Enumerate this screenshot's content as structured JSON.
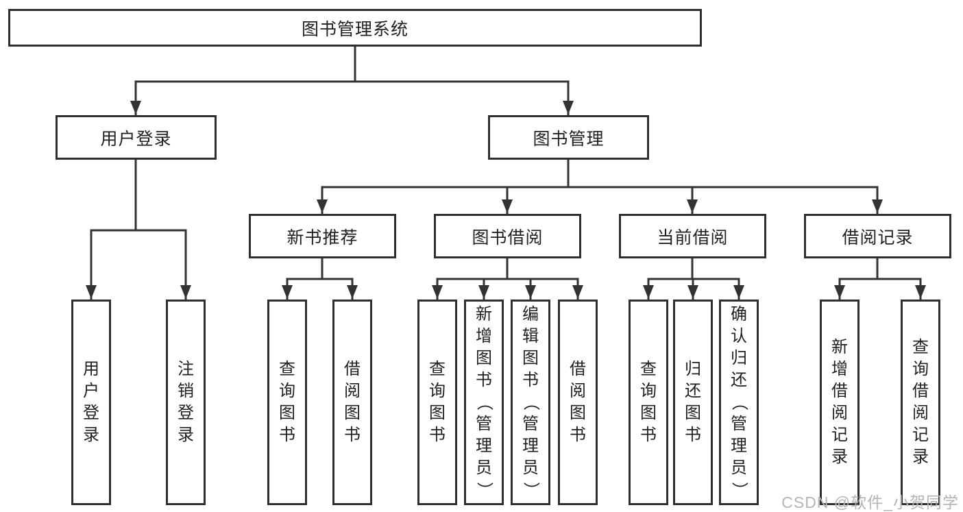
{
  "diagram": {
    "title": "图书管理系统",
    "branches": [
      {
        "label": "用户登录",
        "children": [
          {
            "label": "用户登录"
          },
          {
            "label": "注销登录"
          }
        ]
      },
      {
        "label": "图书管理",
        "children": [
          {
            "label": "新书推荐",
            "children": [
              {
                "label": "查询图书"
              },
              {
                "label": "借阅图书"
              }
            ]
          },
          {
            "label": "图书借阅",
            "children": [
              {
                "label": "查询图书"
              },
              {
                "label": "新增图书（管理员）"
              },
              {
                "label": "编辑图书（管理员）"
              },
              {
                "label": "借阅图书"
              }
            ]
          },
          {
            "label": "当前借阅",
            "children": [
              {
                "label": "查询图书"
              },
              {
                "label": "归还图书"
              },
              {
                "label": "确认归还（管理员）"
              }
            ]
          },
          {
            "label": "借阅记录",
            "children": [
              {
                "label": "新增借阅记录"
              },
              {
                "label": "查询借阅记录"
              }
            ]
          }
        ]
      }
    ]
  },
  "watermark": {
    "text": "CSDN @软件_小贺同学"
  },
  "colors": {
    "line": "#333333",
    "border": "#2f2f2f",
    "text": "#1f1f1f",
    "watermark": "#b4b4b4",
    "bg": "#ffffff"
  }
}
